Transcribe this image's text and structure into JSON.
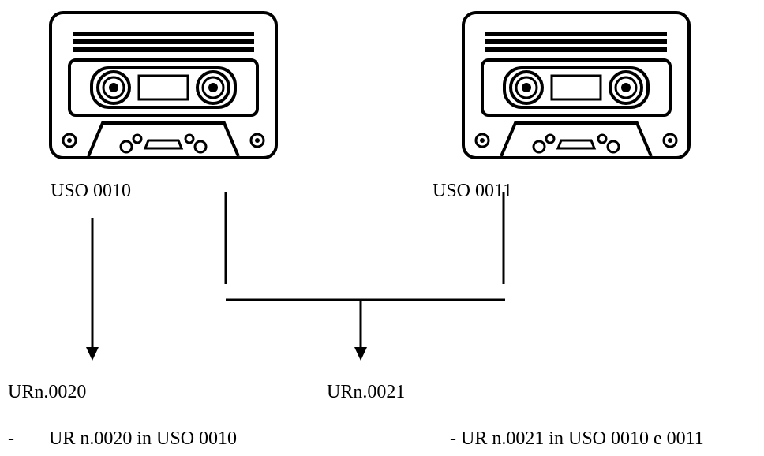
{
  "diagram": {
    "cassettes": [
      {
        "id": "left",
        "label": "USO 0010",
        "icon": "cassette-tape-icon"
      },
      {
        "id": "right",
        "label": "USO 0011",
        "icon": "cassette-tape-icon"
      }
    ],
    "nodes": {
      "ur_left": "URn.0020",
      "ur_center": "URn.0021"
    },
    "notes": {
      "left_dash": "-",
      "left_text": "UR n.0020 in USO 0010",
      "right_text": "- UR n.0021 in USO 0010 e 0011"
    },
    "colors": {
      "ink": "#000000",
      "background": "#ffffff"
    }
  }
}
